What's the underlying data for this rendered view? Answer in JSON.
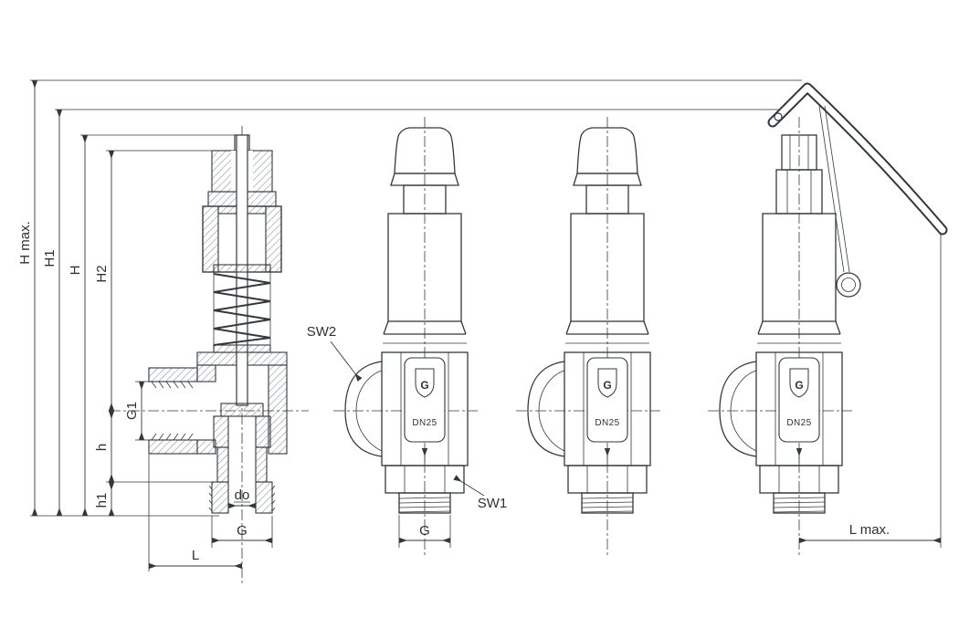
{
  "drawing": {
    "type": "technical-drawing",
    "subject": "spring-loaded safety valve - sectional and external views",
    "colors": {
      "line": "#33383d",
      "background": "#ffffff"
    },
    "dims": {
      "h_max": "H max.",
      "h1": "H1",
      "h": "H",
      "h2": "H2",
      "g1": "G1",
      "h_small": "h",
      "h1_small": "h1",
      "d0": "do",
      "g_section": "G",
      "l": "L",
      "g_external": "G",
      "l_max": "L max.",
      "sw1": "SW1",
      "sw2": "SW2"
    },
    "valves": [
      {
        "view": "section"
      },
      {
        "view": "external",
        "plate": "DN25",
        "logo": "G"
      },
      {
        "view": "external",
        "plate": "DN25",
        "logo": "G"
      },
      {
        "view": "external-lever",
        "plate": "DN25",
        "logo": "G"
      }
    ]
  }
}
